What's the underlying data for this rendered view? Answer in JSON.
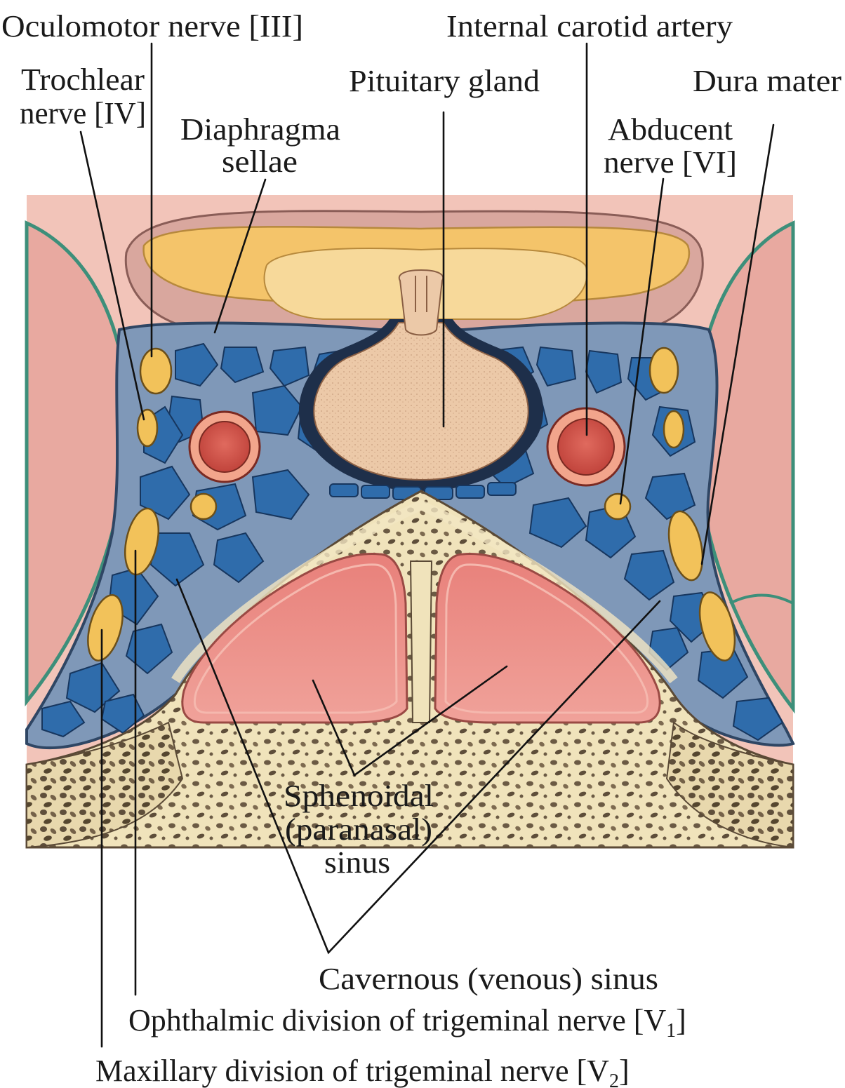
{
  "labels": {
    "oculomotor": "Oculomotor nerve [III]",
    "internal_carotid": "Internal carotid artery",
    "trochlear_1": "Trochlear",
    "trochlear_2": "nerve [IV]",
    "pituitary": "Pituitary gland",
    "dura": "Dura mater",
    "diaphragma_1": "Diaphragma",
    "diaphragma_2": "sellae",
    "abducent_1": "Abducent",
    "abducent_2": "nerve [VI]",
    "sphenoidal_1": "Sphenoidal",
    "sphenoidal_2": "(paranasal)",
    "sphenoidal_3": "sinus",
    "cavernous": "Cavernous (venous) sinus",
    "ophthalmic": "Ophthalmic division of trigeminal nerve [V",
    "ophthalmic_sub": "1",
    "ophthalmic_end": "]",
    "maxillary": "Maxillary division of trigeminal nerve [V",
    "maxillary_sub": "2",
    "maxillary_end": "]"
  },
  "colors": {
    "dura_pink": "#eab3a8",
    "venous_blue": "#3a6fa8",
    "venous_dark": "#1f4f88",
    "dura_grey_blue": "#7f98b8",
    "nerve_yellow": "#f2c25a",
    "artery_red": "#d8584e",
    "pituitary_tan": "#ecc9a8",
    "bone_cream": "#f0e3bb",
    "bone_speckle": "#6b5a44",
    "sinus_pink": "#e98c86",
    "fat_yellow": "#f4c76a"
  }
}
